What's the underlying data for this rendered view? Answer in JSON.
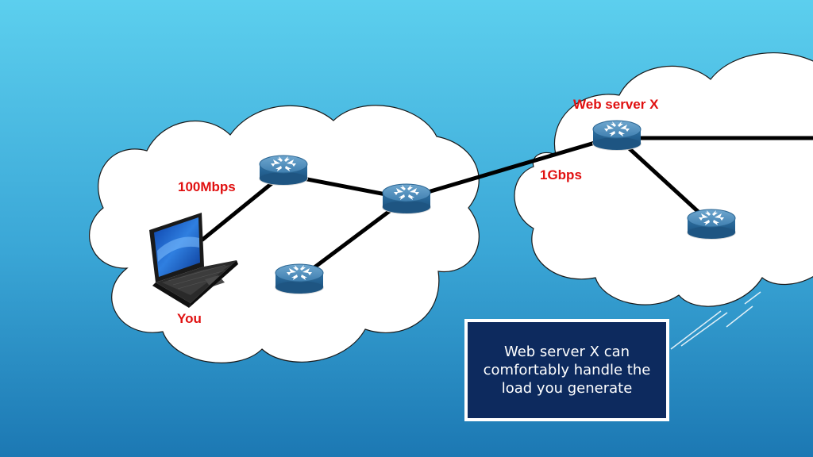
{
  "colors": {
    "background_top": "#5ccfee",
    "background_bottom": "#1f7fb7",
    "label": "#e01010",
    "callout_fill": "#0d2a5e",
    "link": "#000000",
    "router_body": "#2c6fa0"
  },
  "labels": {
    "web_server": "Web server X",
    "speed_local": "100Mbps",
    "speed_uplink": "1Gbps",
    "you": "You"
  },
  "callout": {
    "text": "Web server X can comfortably handle the load you generate"
  },
  "icons": [
    "cloud-icon",
    "router-icon",
    "laptop-icon"
  ]
}
